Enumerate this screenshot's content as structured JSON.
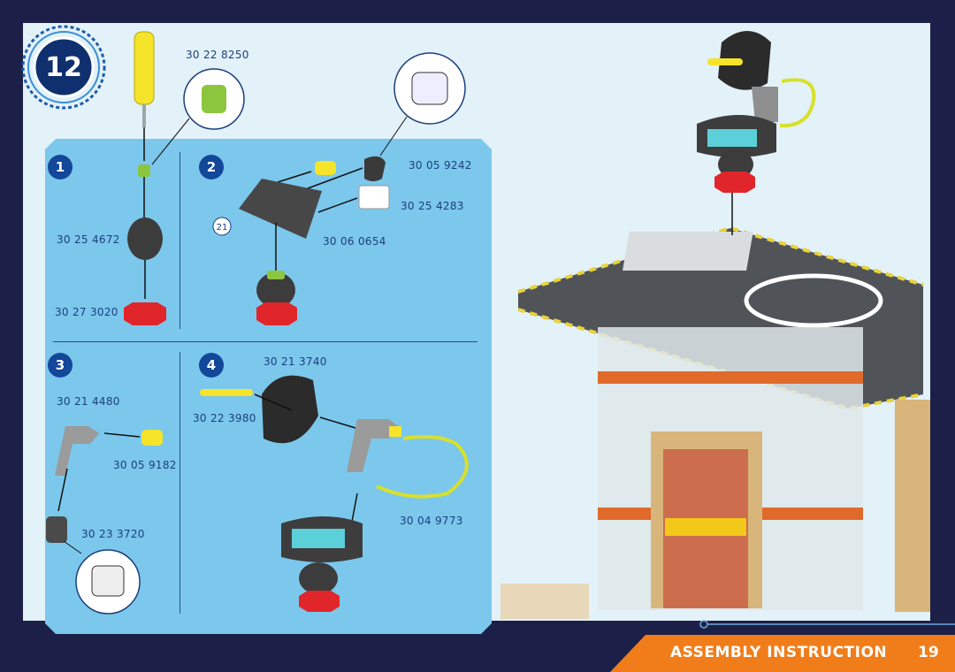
{
  "step_number": "12",
  "footer": {
    "title": "ASSEMBLY INSTRUCTION",
    "page": "19"
  },
  "substeps": [
    "1",
    "2",
    "3",
    "4"
  ],
  "callout_number": "21",
  "part_codes": {
    "tool": "30 22 8250",
    "s1_spring": "30 25 4672",
    "s1_base": "30 27 3020",
    "s2_knob": "30 05 9242",
    "s2_clip": "30 25 4283",
    "s2_wedge": "30 06 0654",
    "s3_handle": "30 21 4480",
    "s3_cap": "30 05 9182",
    "s3_peg": "30 23 3720",
    "s4_dish": "30 21 3740",
    "s4_antenna": "30 22 3980",
    "s4_cable": "30 04 9773"
  },
  "colors": {
    "background": "#1c2048",
    "page": "#e3f1f8",
    "panel": "#7cc7ec",
    "accent": "#f07d1a",
    "badge": "#12479a"
  }
}
